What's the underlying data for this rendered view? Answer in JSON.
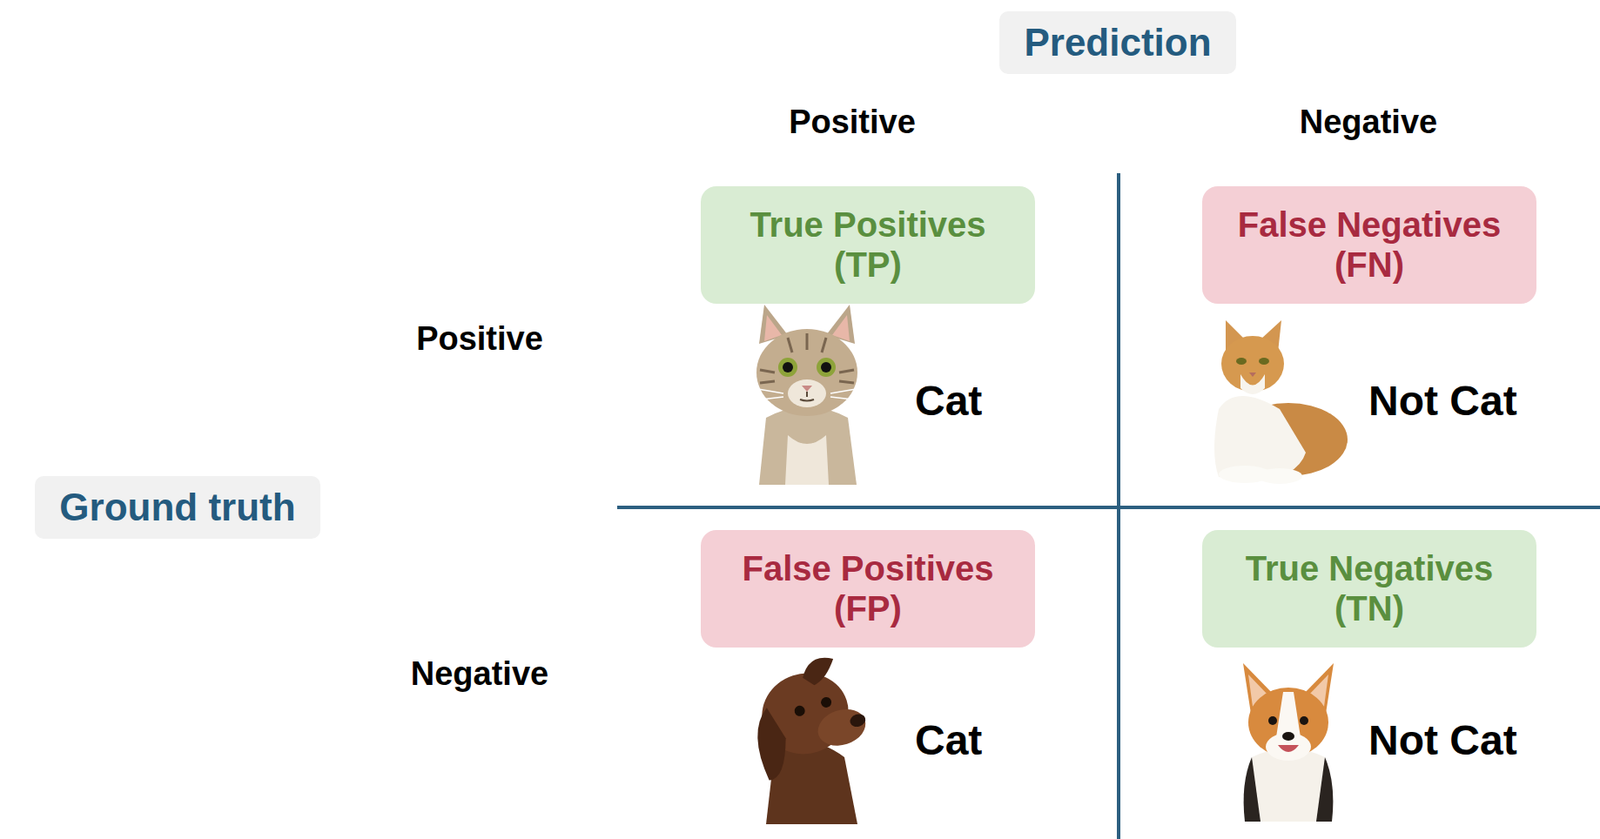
{
  "diagram": {
    "nodes": [
      {
        "text": [
          "Prediction"
        ]
      },
      {
        "text": [
          "True Positives (TP)"
        ]
      },
      {
        "text": [
          "False Negatives (FN)"
        ]
      },
      {
        "text": [
          "Ground truth"
        ]
      },
      {
        "text": [
          "False Positives (FP)"
        ]
      },
      {
        "text": [
          "True Negatives (TN)"
        ]
      }
    ],
    "labels": [
      "Positive",
      "Negative",
      "Positive",
      "Cat",
      "Not Cat",
      "Negative",
      "Cat",
      "Not Cat"
    ]
  }
}
